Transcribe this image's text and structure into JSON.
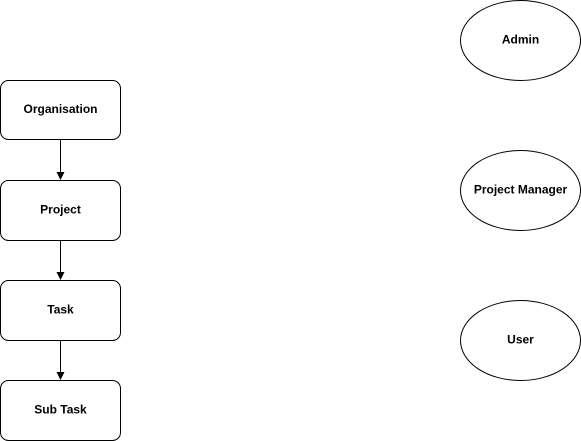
{
  "diagram": {
    "flow": {
      "organisation": "Organisation",
      "project": "Project",
      "task": "Task",
      "sub_task": "Sub Task"
    },
    "roles": {
      "admin": "Admin",
      "project_manager": "Project Manager",
      "user": "User"
    }
  }
}
